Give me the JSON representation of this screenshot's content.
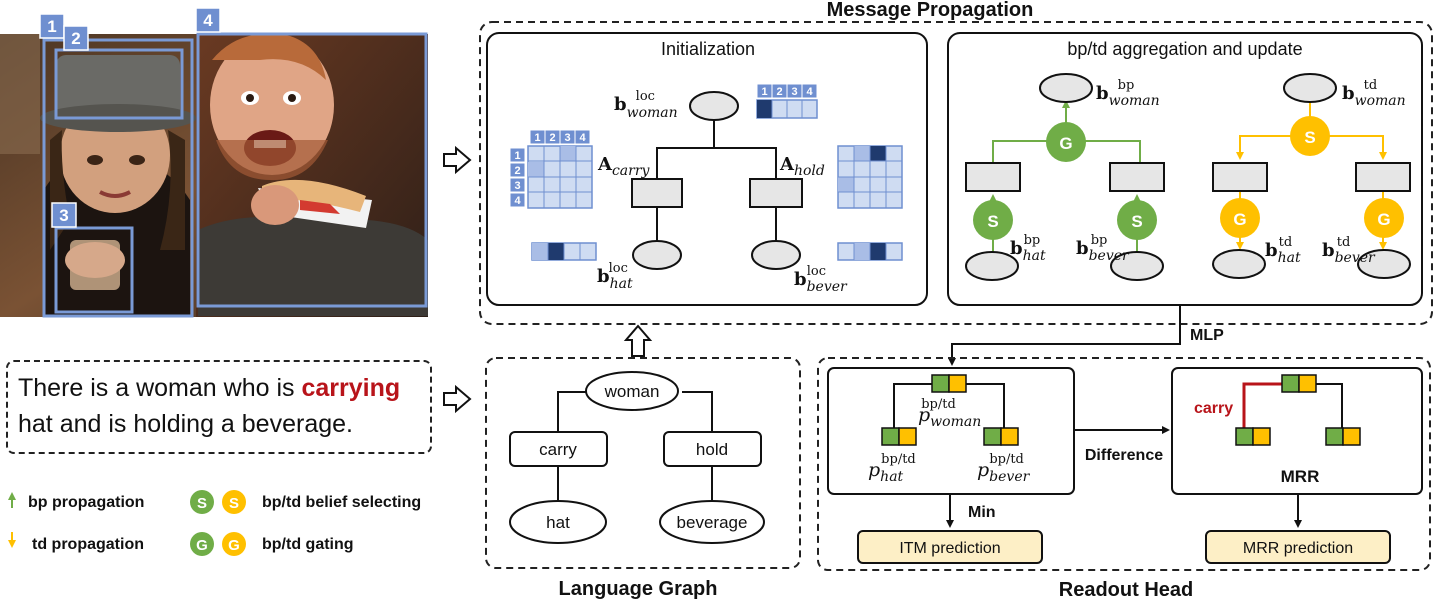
{
  "photo": {
    "box_labels": [
      "1",
      "2",
      "3",
      "4"
    ],
    "colors": {
      "box": "#7a9ad6",
      "label_bg": "#6f8fd0"
    }
  },
  "query": {
    "before": "There is a woman who is ",
    "highlight": "carrying",
    "after": " hat and is holding a beverage."
  },
  "legend": {
    "bp_propagation": "bp propagation",
    "td_propagation": "td propagation",
    "selecting": "bp/td belief selecting",
    "gating": "bp/td gating",
    "s_label": "S",
    "g_label": "G"
  },
  "message_propagation": {
    "title": "Message Propagation",
    "initialization": {
      "title": "Initialization",
      "grid_cols": [
        "1",
        "2",
        "3",
        "4"
      ],
      "grid_rows": [
        "1",
        "2",
        "3",
        "4"
      ],
      "b_sym": "b",
      "loc_sup": "loc",
      "woman_sub": "woman",
      "hat_sub": "hat",
      "bever_sub": "bever",
      "a_sym": "A",
      "carry_sub": "carry",
      "hold_sub": "hold"
    },
    "aggregation": {
      "title": "bp/td aggregation and update",
      "bp_sup": "bp",
      "td_sup": "td"
    }
  },
  "mlp_label": "MLP",
  "language_graph": {
    "title": "Language Graph",
    "nodes": {
      "woman": "woman",
      "carry": "carry",
      "hold": "hold",
      "hat": "hat",
      "beverage": "beverage"
    }
  },
  "readout_head": {
    "title": "Readout Head",
    "p_sym": "p",
    "sup": "bp/td",
    "woman_sub": "woman",
    "hat_sub": "hat",
    "bever_sub": "bever",
    "difference": "Difference",
    "min": "Min",
    "mrr": "MRR",
    "carry": "carry",
    "itm_prediction": "ITM prediction",
    "mrr_prediction": "MRR prediction"
  },
  "colors": {
    "green": "#70ad47",
    "yellow": "#ffc000",
    "red": "#b8141a",
    "blue_light": "#cfdcf2",
    "blue_mid": "#a9bde6",
    "blue_dark": "#1f3a6e",
    "prediction_fill": "#fdefc6",
    "node_fill": "#e6e6e6"
  }
}
